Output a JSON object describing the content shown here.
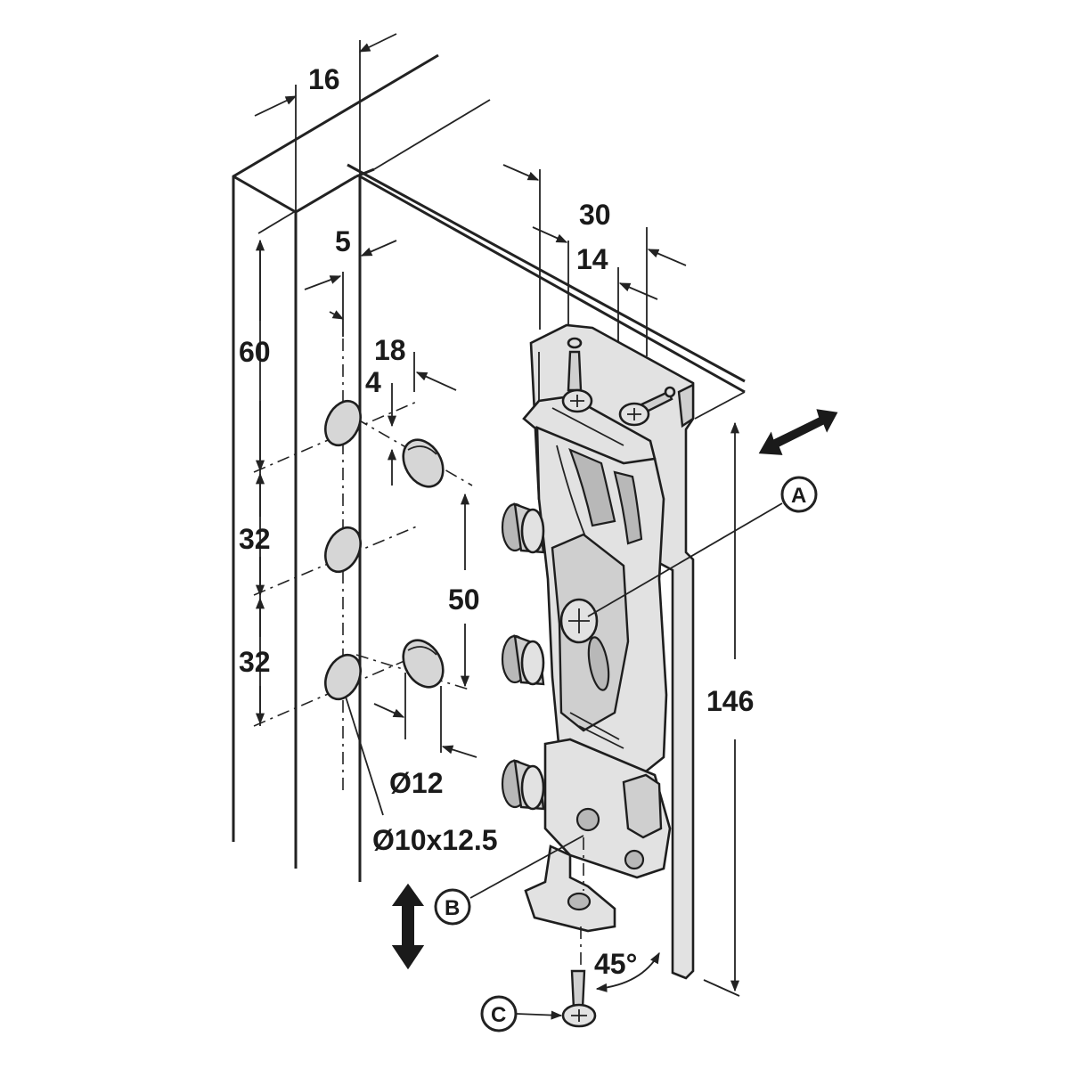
{
  "diagram": {
    "dimensions": {
      "d16": "16",
      "d5": "5",
      "d60": "60",
      "d18": "18",
      "d4": "4",
      "d32a": "32",
      "d32b": "32",
      "d50": "50",
      "d12": "Ø12",
      "d10x125": "Ø10x12.5",
      "d30": "30",
      "d14": "14",
      "d146": "146",
      "d45": "45°"
    },
    "callouts": {
      "a": "A",
      "b": "B",
      "c": "C"
    }
  }
}
